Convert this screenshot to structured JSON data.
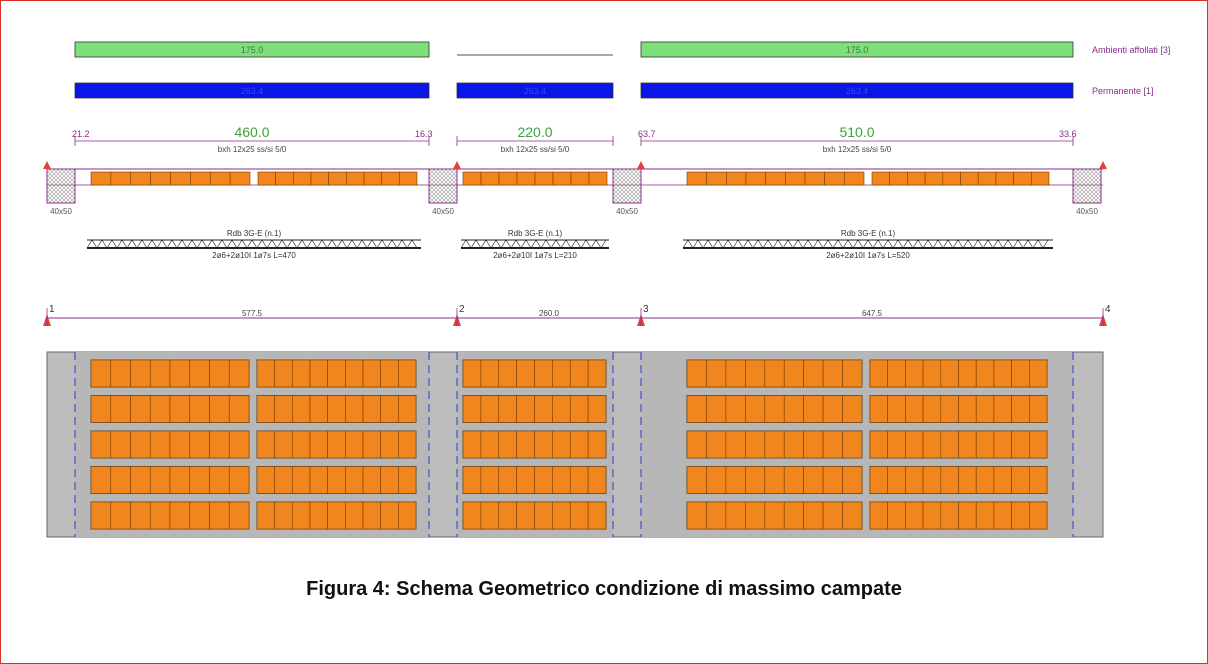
{
  "figure": {
    "caption": "Figura 4: Schema Geometrico condizione di massimo campate"
  },
  "colors": {
    "frame": "#d9302c",
    "live_load": "#7ee07b",
    "permanent_load": "#0a16e6",
    "annotation": "#8a2b8a",
    "dimension_value": "#3aa33a",
    "block": "#f0861d",
    "block_stroke": "#7a3e00",
    "slab": "#bdbdbd",
    "support": "#e04040"
  },
  "loads": {
    "live": {
      "label": "Ambienti affollati [3]",
      "bars": [
        {
          "value": "175.0"
        },
        {
          "value": ""
        },
        {
          "value": "175.0"
        }
      ]
    },
    "permanent": {
      "label": "Permanente [1]",
      "bars": [
        {
          "value": "263.4"
        },
        {
          "value": "263.4"
        },
        {
          "value": "263.4"
        }
      ]
    }
  },
  "spans": [
    {
      "clear_length": "460.0",
      "left_offset": "21.2",
      "right_offset": "16.3",
      "section": "bxh 12x25  ss/si 5/0",
      "truss_name": "Rdb 3G-E (n.1)",
      "truss_rebar": "2ø6+2ø10I 1ø7s L=470"
    },
    {
      "clear_length": "220.0",
      "left_offset": "",
      "right_offset": "",
      "section": "bxh 12x25  ss/si 5/0",
      "truss_name": "Rdb 3G-E (n.1)",
      "truss_rebar": "2ø6+2ø10I 1ø7s L=210"
    },
    {
      "clear_length": "510.0",
      "left_offset": "63.7",
      "right_offset": "33.6",
      "section": "bxh 12x25  ss/si 5/0",
      "truss_name": "Rdb 3G-E (n.1)",
      "truss_rebar": "2ø6+2ø10I 1ø7s L=520"
    }
  ],
  "supports": [
    {
      "id": "1",
      "section": "40x50"
    },
    {
      "id": "2",
      "section": "40x50"
    },
    {
      "id": "3",
      "section": "40x50"
    },
    {
      "id": "4",
      "section": "40x50"
    }
  ],
  "axis_spans": [
    {
      "length": "577.5"
    },
    {
      "length": "260.0"
    },
    {
      "length": "647.5"
    }
  ],
  "plan": {
    "rows": 5,
    "groups": [
      {
        "span": 1,
        "cells": 8
      },
      {
        "span": 1,
        "cells": 9
      },
      {
        "span": 2,
        "cells": 8
      },
      {
        "span": 3,
        "cells": 9
      },
      {
        "span": 3,
        "cells": 10
      }
    ]
  }
}
